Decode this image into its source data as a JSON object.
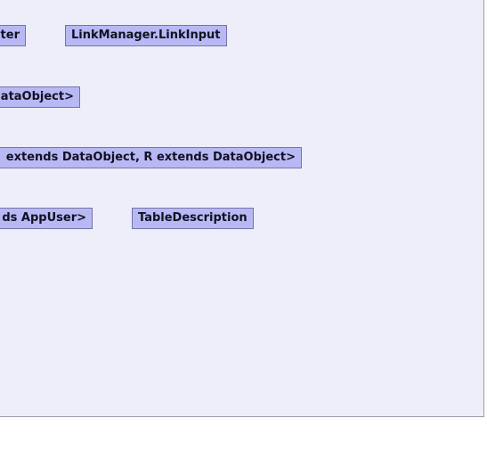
{
  "diagram": {
    "nodes": [
      {
        "id": "b1",
        "label": "ter"
      },
      {
        "id": "b2",
        "label": "LinkManager.LinkInput"
      },
      {
        "id": "b3",
        "label": "ataObject>"
      },
      {
        "id": "b4",
        "label": "extends DataObject, R extends DataObject>"
      },
      {
        "id": "b5",
        "label": "ds AppUser>"
      },
      {
        "id": "b6",
        "label": "TableDescription"
      }
    ]
  }
}
